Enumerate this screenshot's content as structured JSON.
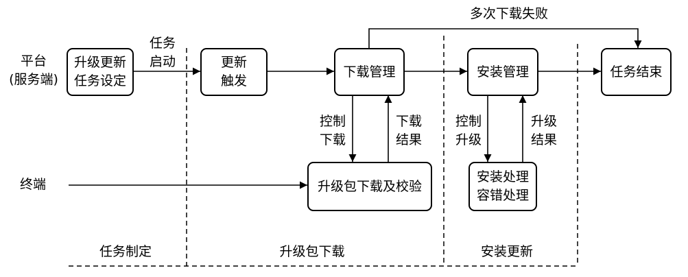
{
  "lanes": {
    "platform": [
      "平台",
      "(服务端)"
    ],
    "terminal": "终端"
  },
  "boxes": {
    "config": [
      "升级更新",
      "任务设定"
    ],
    "trigger": [
      "更新",
      "触发"
    ],
    "download_mgmt": "下载管理",
    "install_mgmt": "安装管理",
    "task_end": "任务结束",
    "pkg_download": "升级包下载及校验",
    "install_handle": [
      "安装处理",
      "容错处理"
    ]
  },
  "edge_labels": {
    "task_start": [
      "任务",
      "启动"
    ],
    "multi_fail": "多次下载失败",
    "control_download": [
      "控制",
      "下载"
    ],
    "download_result": [
      "下载",
      "结果"
    ],
    "control_upgrade": [
      "控制",
      "升级"
    ],
    "upgrade_result": [
      "升级",
      "结果"
    ]
  },
  "phases": {
    "task_setup": "任务制定",
    "pkg_download": "升级包下载",
    "install_update": "安装更新"
  }
}
